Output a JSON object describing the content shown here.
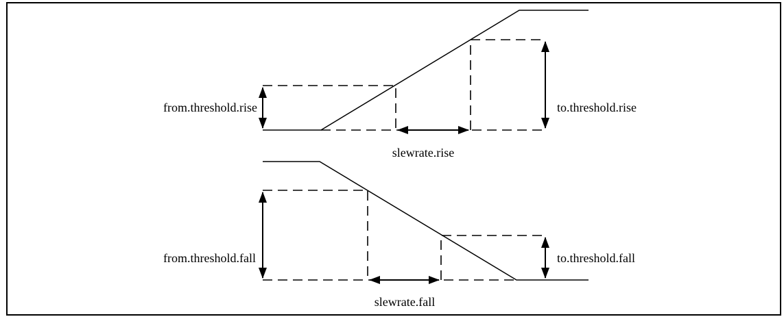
{
  "labels": {
    "from_threshold_rise": "from.threshold.rise",
    "to_threshold_rise": "to.threshold.rise",
    "slewrate_rise": "slewrate.rise",
    "from_threshold_fall": "from.threshold.fall",
    "to_threshold_fall": "to.threshold.fall",
    "slewrate_fall": "slewrate.fall"
  }
}
